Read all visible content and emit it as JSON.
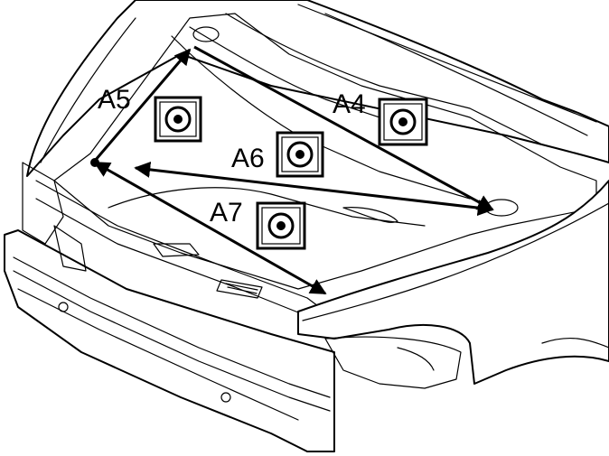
{
  "labels": {
    "a4": "A4",
    "a5": "A5",
    "a6": "A6",
    "a7": "A7"
  },
  "symbols": [
    "measurement-point-icon"
  ],
  "colors": {
    "ink": "#000000",
    "paper": "#ffffff"
  }
}
